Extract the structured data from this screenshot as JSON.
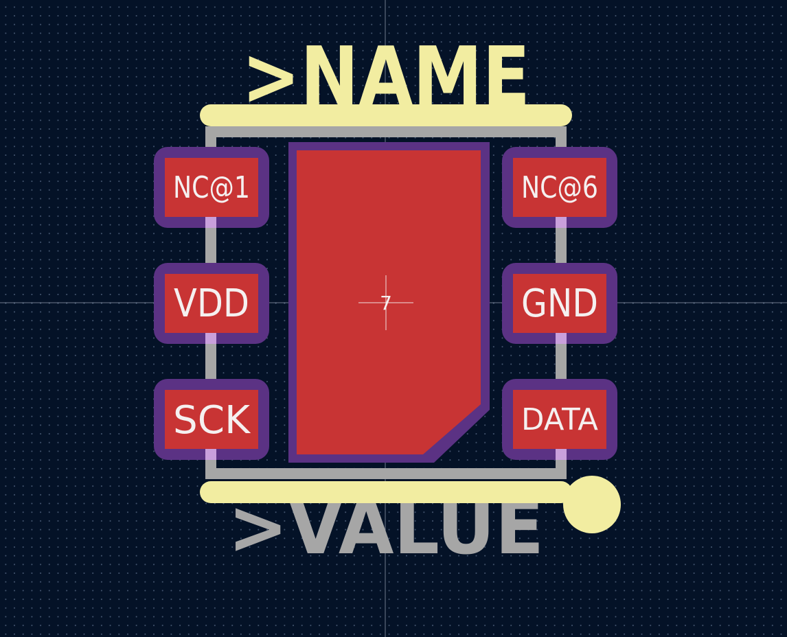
{
  "footprint": {
    "name_placeholder": ">NAME",
    "value_placeholder": ">VALUE",
    "pads": [
      {
        "label": "NC@1"
      },
      {
        "label": "VDD"
      },
      {
        "label": "SCK"
      },
      {
        "label": "NC@6"
      },
      {
        "label": "GND"
      },
      {
        "label": "DATA"
      }
    ],
    "thermal_pad": {
      "number": "7"
    }
  },
  "colors": {
    "background": "#041227",
    "silkscreen": "#f2eda1",
    "fabrication": "#a6a6a6",
    "pad_copper": "#c83434",
    "solder_mask": "#5b3284",
    "pad_text": "#f5f0f0"
  }
}
